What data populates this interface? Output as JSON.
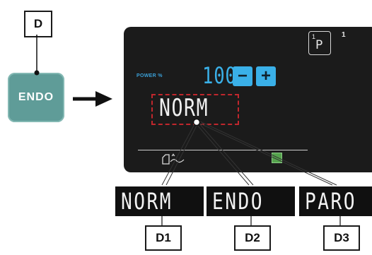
{
  "callouts": {
    "d": "D",
    "d1": "D1",
    "d2": "D2",
    "d3": "D3"
  },
  "endo_button": {
    "label": "ENDO"
  },
  "screen": {
    "power_label": "POWER %",
    "power_value": "100",
    "minus_label": "−",
    "plus_label": "+",
    "program_letter": "P",
    "program_index": "1",
    "program_number": "1",
    "mode": "NORM"
  },
  "options": [
    {
      "label": "NORM"
    },
    {
      "label": "ENDO"
    },
    {
      "label": "PARO"
    }
  ],
  "colors": {
    "accent_blue": "#3ab0e8",
    "teal_button": "#5f9c98",
    "highlight_red": "#c0272d",
    "screen_bg": "#1b1b1b"
  }
}
